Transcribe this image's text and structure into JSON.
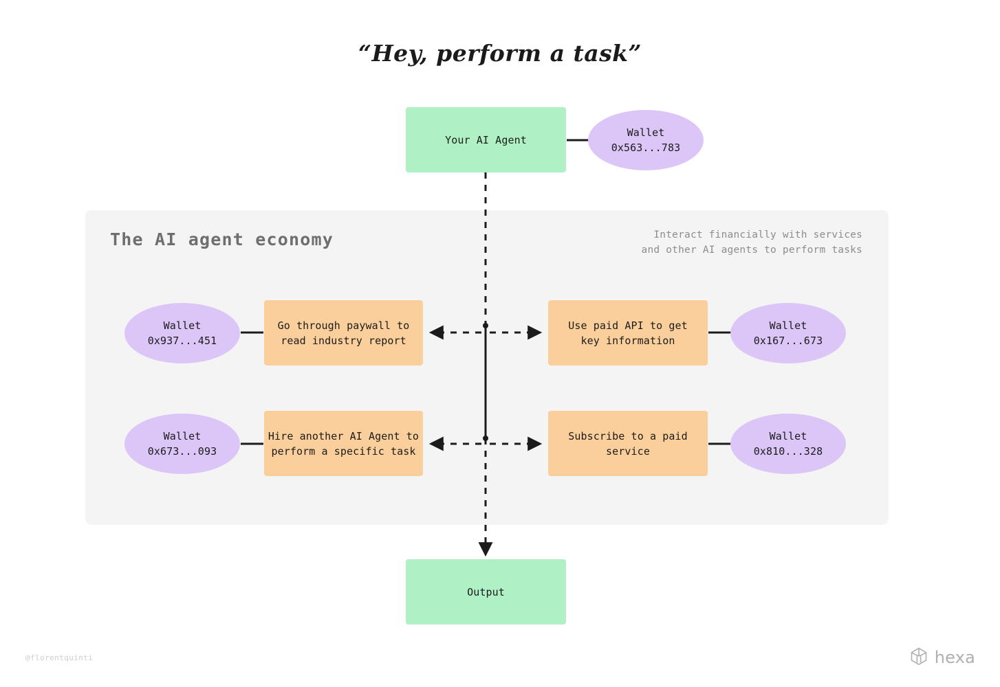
{
  "title": "“Hey, perform a task”",
  "panel": {
    "heading": "The AI agent economy",
    "subtitle_line1": "Interact financially with services",
    "subtitle_line2": "and other AI agents to perform tasks"
  },
  "nodes": {
    "agent": {
      "label": "Your AI Agent"
    },
    "agent_wallet": {
      "line1": "Wallet",
      "line2": "0x563...783"
    },
    "output": {
      "label": "Output"
    },
    "tasks": [
      {
        "id": "paywall",
        "box_line1": "Go through paywall to",
        "box_line2": "read industry report",
        "wallet_line1": "Wallet",
        "wallet_line2": "0x937...451"
      },
      {
        "id": "api",
        "box_line1": "Use paid API to get",
        "box_line2": "key information",
        "wallet_line1": "Wallet",
        "wallet_line2": "0x167...673"
      },
      {
        "id": "hire",
        "box_line1": "Hire another AI Agent to",
        "box_line2": "perform a specific task",
        "wallet_line1": "Wallet",
        "wallet_line2": "0x673...093"
      },
      {
        "id": "subscribe",
        "box_line1": "Subscribe to a paid",
        "box_line2": "service",
        "wallet_line1": "Wallet",
        "wallet_line2": "0x810...328"
      }
    ]
  },
  "footer": {
    "handle": "@florentquinti",
    "brand_name": "hexa",
    "brand_icon": "cube-icon"
  },
  "colors": {
    "green": "#AFF0C4",
    "orange": "#FACF9B",
    "purple": "#DCC5F7",
    "panel_bg": "#F4F4F4",
    "page_bg": "#FFFFFF",
    "edge": "#1B1B1B",
    "heading_gray": "#6E6E6E",
    "subtitle_gray": "#8C8C8C",
    "handle_gray": "#CDCDCD",
    "brand_gray": "#B0B0B0"
  }
}
